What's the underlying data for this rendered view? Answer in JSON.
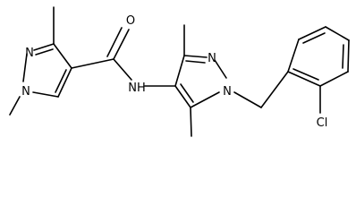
{
  "diagram": {
    "type": "chemical-structure",
    "atoms": {
      "o_label": "O",
      "nh_label": "NH",
      "cl_label": "Cl",
      "n_label": "N"
    },
    "colors": {
      "bond": "#000000",
      "text": "#000000",
      "background": "#ffffff"
    }
  }
}
